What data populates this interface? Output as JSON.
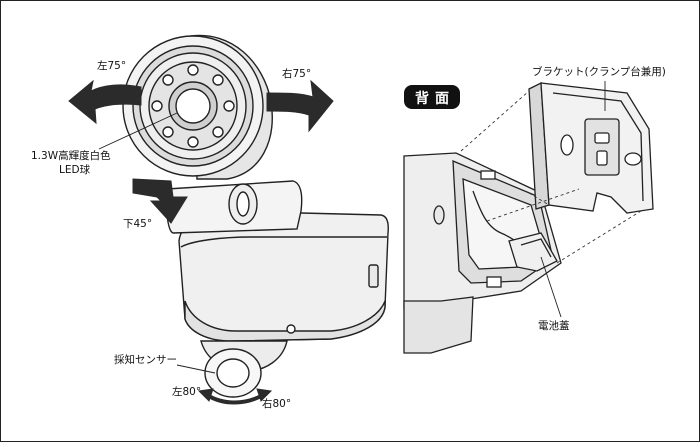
{
  "labels": {
    "left_rotation": "左75°",
    "right_rotation": "右75°",
    "led_line1": "1.3W高輝度白色",
    "led_line2": "LED球",
    "tilt_down": "下45°",
    "sensor_name": "採知センサー",
    "sensor_left": "左80°",
    "sensor_right": "右80°",
    "back_badge": "背面",
    "bracket": "ブラケット(クランプ台兼用)",
    "battery_cover": "電池蓋"
  },
  "colors": {
    "line": "#222222",
    "body_fill": "#f2f2f2",
    "shade": "#d6d6d6",
    "arrow_fill": "#2b2b2b",
    "badge_fill": "#111111"
  }
}
